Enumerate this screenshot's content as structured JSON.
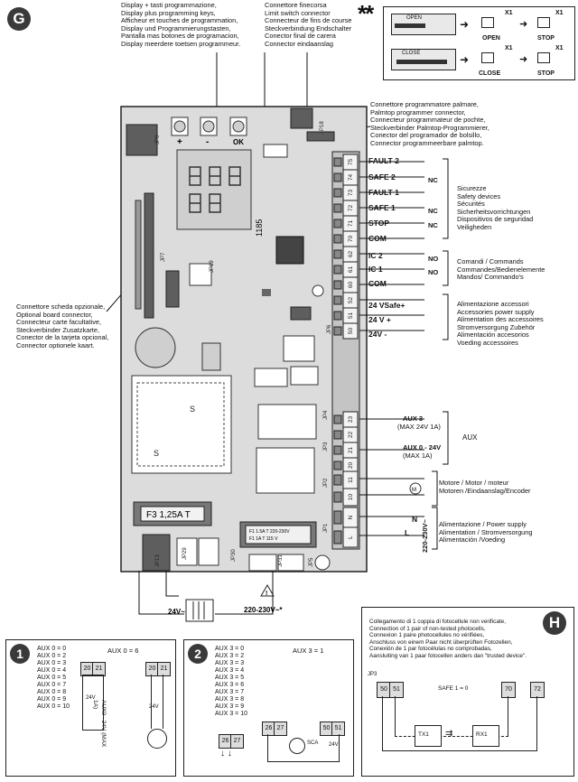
{
  "badges": {
    "g": "G",
    "h": "H",
    "one": "1",
    "two": "2"
  },
  "stars": "**",
  "display_label": [
    "Display + tasti programmazione,",
    "Display plus programming keys,",
    "Afficheur et touches de programmation,",
    "Display und Programmierungstasten,",
    "Pantalla mas botones de programacion,",
    "Display meerdere toetsen programmeur."
  ],
  "limit_label": [
    "Connettore finecorsa",
    "Limit switch connector",
    "Connecteur de fins de course",
    "Steckverbindung Endschalter",
    "Conector final de carera",
    "Connector eindaanslag"
  ],
  "palm_label": [
    "Connettore programmatore palmare,",
    "Palmtop programmer connector,",
    "Connecteur programmateur de pochte,",
    "Steckverbinder Palmtop-Programmierer,",
    "Conector del programador de bolsillo,",
    "Connector programmeerbare palmtop."
  ],
  "optional_label": [
    "Connettore scheda opzionale,",
    "Optional board connector,",
    "Connecteur carte facultative,",
    "Steckverbinder Zusatzkarte,",
    "Conector de la tarjeta opcional,",
    "Connector optionele kaart."
  ],
  "safety_label": [
    "Sicurezze",
    "Safety devices",
    "Sécurités",
    "Sicherheitsvorrichtungen",
    "Dispositivos de seguridad",
    "Veiligheden"
  ],
  "commands_label": [
    "Comandi / Commands",
    "Commandes/Bedienelemente",
    "Mandos/ Commando's"
  ],
  "power_acc_label": [
    "Alimentazione accessori",
    "Accessories power supply",
    "Alimentation des accessoires",
    "Stromversorgung Zubehör",
    "Alimentación accesorios",
    "Voeding accessoires"
  ],
  "motor_label": [
    "Motore / Motor / moteur",
    "Motoren /Eindaanslag/Encoder"
  ],
  "mains_label": [
    "Alimentazione / Power supply",
    "Alimentation / Stromversorgung",
    "Alimentación /Voeding"
  ],
  "aux_label": "AUX",
  "terminals": {
    "fault2": "FAULT 2",
    "safe2": "SAFE 2",
    "fault1": "FAULT 1",
    "safe1": "SAFE 1",
    "stop": "STOP",
    "com": "COM",
    "ic2": "IC 2",
    "ic1": "IC 1",
    "com2": "COM",
    "vsafe": "24 VSafe+",
    "v24p": "24 V +",
    "v24m": "24V -",
    "aux3": "AUX 3",
    "aux3_max": "(MAX 24V 1A)",
    "aux0": "AUX 0 - 24V",
    "aux0_max": "(MAX 1A)",
    "nc": "NC",
    "no": "NO",
    "n": "N",
    "l": "L",
    "mains_v": "220-230V~"
  },
  "terminal_numbers": [
    "75",
    "74",
    "73",
    "72",
    "71",
    "70",
    "62",
    "61",
    "60",
    "52",
    "51",
    "50",
    "23",
    "22",
    "21",
    "20",
    "11",
    "10",
    "N",
    "L"
  ],
  "board": {
    "fuse": "F3 1,25A T",
    "chip": "1185",
    "transformer_in": "220-230V~*",
    "transformer_out": "24V~",
    "jp_trans": "F1 1.5A T  220-230V",
    "jp_trans2": "F1 1A T 115 V"
  },
  "jp_labels": [
    "JP9",
    "JP7",
    "JP19",
    "JP6",
    "JP18",
    "JP4",
    "JP3",
    "JP2",
    "JP1",
    "JP13",
    "JP29",
    "JP30",
    "JP31",
    "JP5"
  ],
  "keys": [
    "+",
    "-",
    "OK"
  ],
  "open_close": {
    "open": "OPEN",
    "stop": "STOP",
    "close": "CLOSE",
    "x1": "X1"
  },
  "panel1": {
    "left_items": [
      "AUX 0 = 0",
      "AUX 0 = 2",
      "AUX 0 = 3",
      "AUX 0 = 4",
      "AUX 0 = 5",
      "AUX 0 = 7",
      "AUX 0 = 8",
      "AUX 0 = 9",
      "AUX 0 = 10"
    ],
    "title_right": "AUX 0 = 6",
    "term_a": "20",
    "term_b": "21",
    "volt": "24V",
    "aux_text": "AUX0 - 24V (MAX 1A)"
  },
  "panel2": {
    "left_items": [
      "AUX 3 = 0",
      "AUX 3 = 2",
      "AUX 3 = 3",
      "AUX 3 = 4",
      "AUX 3 = 5",
      "AUX 3 = 6",
      "AUX 3 = 7",
      "AUX 3 = 8",
      "AUX 3 = 9",
      "AUX 3 = 10"
    ],
    "title_right": "AUX 3 = 1",
    "t26": "26",
    "t27": "27",
    "t50": "50",
    "t51": "51",
    "sca": "SCA",
    "volt": "24V"
  },
  "panel_h": {
    "title": [
      "Collegamento di 1 coppia di fotocellule non verificate,",
      "Connection of 1 pair of non-tested photocells,",
      "Connexion 1 paire photocellules no vérifiées,",
      "Anschluss von einem Paar nicht überprüften Fotozellen,",
      "Conexión de 1 par fotocélulas no comprobadas,",
      "Aansluiting van 1 paar fotocellen anders dan \"trusted device\"."
    ],
    "jp": "JP3",
    "t50": "50",
    "t51": "51",
    "t70": "70",
    "t72": "72",
    "safe": "SAFE 1 = 0",
    "tx": "TX1",
    "rx": "RX1"
  }
}
